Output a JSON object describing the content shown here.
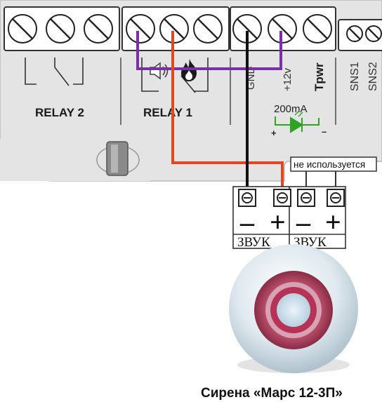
{
  "relays": [
    {
      "label": "RELAY 2"
    },
    {
      "label": "RELAY 1"
    }
  ],
  "power_labels": {
    "gnd": "GND",
    "v12": "+12v",
    "tpwr": "Tpwr",
    "sns1": "SNS1",
    "sns2": "SNS2"
  },
  "led": {
    "current": "200mA",
    "plus": "+",
    "minus": "–"
  },
  "siren_terminals": {
    "unused_note": "не используется",
    "blocks": [
      {
        "label": "ЗВУК",
        "minus": "–",
        "plus": "+"
      },
      {
        "label": "ЗВУК",
        "minus": "–",
        "plus": "+"
      }
    ]
  },
  "siren": {
    "caption": "Сирена «Марс 12-3П»"
  },
  "colors": {
    "board": "#e4e4e4",
    "wire_purple": "#7a2fa8",
    "wire_orange": "#e2481f",
    "wire_black": "#111111",
    "led_green": "#2fa324"
  },
  "icons": [
    "speaker-icon",
    "flame-icon",
    "led-diode-icon"
  ]
}
